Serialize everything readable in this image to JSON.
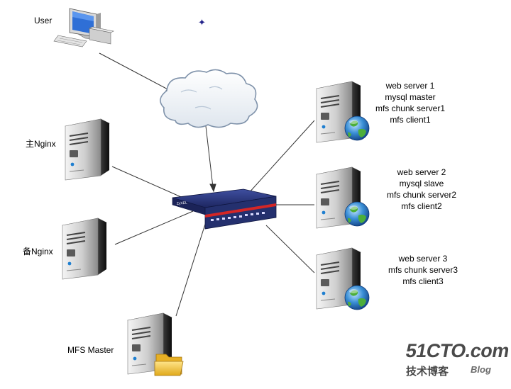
{
  "nodes": {
    "user": {
      "label": "User"
    },
    "nginx_main": {
      "label": "主Nginx"
    },
    "nginx_backup": {
      "label": "备Nginx"
    },
    "mfs_master": {
      "label": "MFS Master"
    },
    "server1": {
      "lines": [
        "web server 1",
        "mysql master",
        "mfs chunk server1",
        "mfs client1"
      ]
    },
    "server2": {
      "lines": [
        "web server 2",
        "mysql slave",
        "mfs chunk server2",
        "mfs client2"
      ]
    },
    "server3": {
      "lines": [
        "web server 3",
        "mfs chunk server3",
        "mfs client3"
      ]
    },
    "switch": {
      "brand": "ZyXEL"
    }
  },
  "watermark": {
    "main": "51CTO.com",
    "sub": "技术博客",
    "blog": "Blog"
  },
  "icons": [
    "desktop-computer-icon",
    "cloud-icon",
    "network-switch-icon",
    "server-tower-icon",
    "globe-icon",
    "folder-icon"
  ],
  "colors": {
    "line": "#333333",
    "switch_body": "#24306e",
    "switch_accent": "#d42626",
    "globe": "#3a8fd6",
    "folder": "#f2c12e"
  }
}
